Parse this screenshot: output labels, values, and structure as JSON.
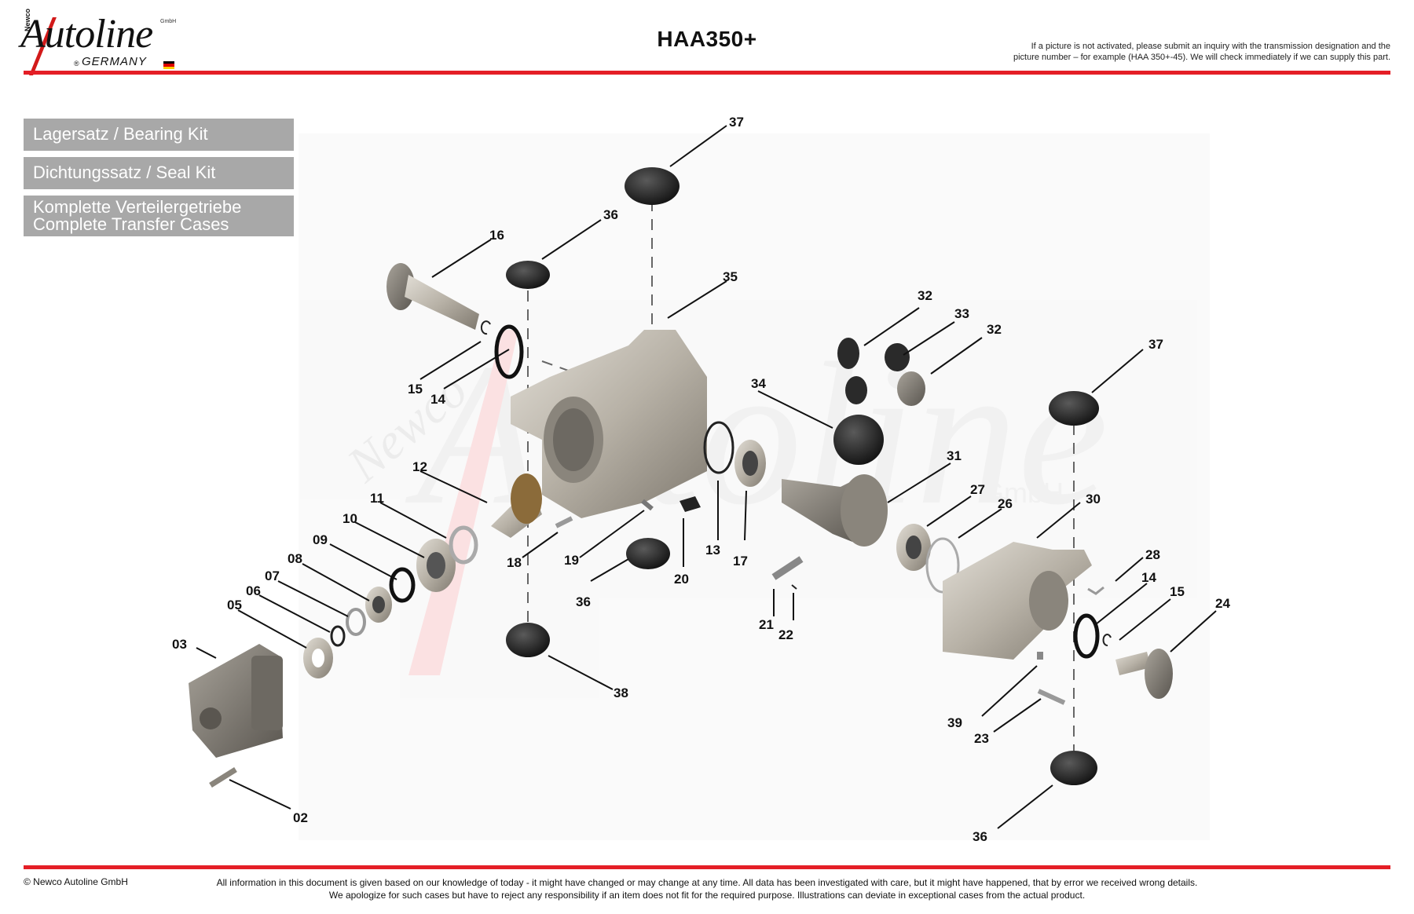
{
  "header": {
    "logo_text": "Autoline",
    "logo_prefix": "Newco",
    "logo_suffix": "GmbH",
    "logo_sub": "GERMANY",
    "title": "HAA350+",
    "notice_line1": "If a picture is not activated, please submit an inquiry with the transmission designation and the",
    "notice_line2": "picture number – for example (HAA 350+-45). We will check immediately if we can supply this part."
  },
  "kits": {
    "bearing": "Lagersatz / Bearing Kit",
    "seal": "Dichtungssatz / Seal Kit",
    "complete_line1": "Komplette Verteilergetriebe",
    "complete_line2": "Complete Transfer Cases"
  },
  "diagram": {
    "watermark": "Autoline",
    "watermark_prefix": "Newco",
    "watermark_suffix": "GmbH",
    "callouts": [
      "37",
      "36",
      "16",
      "35",
      "32",
      "33",
      "32",
      "37",
      "34",
      "15",
      "14",
      "12",
      "31",
      "27",
      "26",
      "30",
      "11",
      "10",
      "09",
      "08",
      "07",
      "06",
      "05",
      "03",
      "18",
      "19",
      "13",
      "17",
      "20",
      "36",
      "21",
      "22",
      "28",
      "14",
      "15",
      "24",
      "38",
      "39",
      "23",
      "02",
      "36"
    ]
  },
  "footer": {
    "copyright": "© Newco Autoline GmbH",
    "disclaimer_line1": "All information in this document is given based on our knowledge of today - it might have changed or may change at any time. All data has been investigated with care, but it might have happened, that by error we received wrong details.",
    "disclaimer_line2": "We apologize for such cases but have to reject any responsibility if an item does not fit for the required purpose. Illustrations can deviate in exceptional cases from the actual product."
  },
  "colors": {
    "accent_red": "#e41e26",
    "button_gray": "#a8a8a8",
    "part_metal": "#b9b4ab",
    "part_dark": "#2a2a2a"
  }
}
